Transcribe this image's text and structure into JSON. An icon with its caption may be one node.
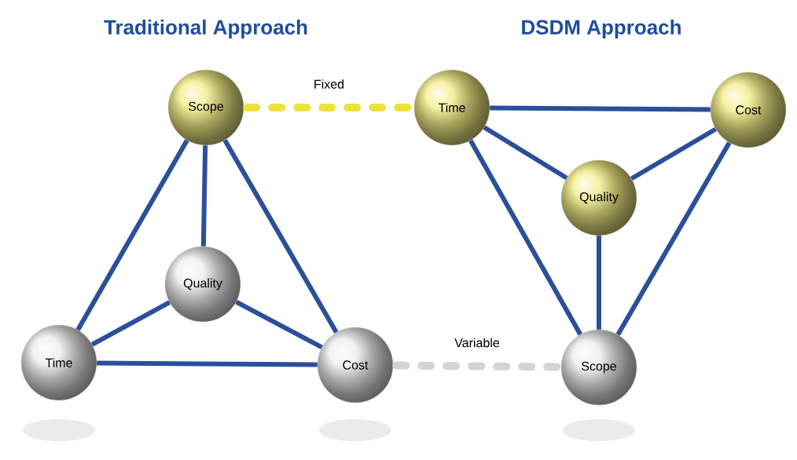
{
  "diagram": {
    "nodes": [
      {
        "text": [
          "Scope"
        ]
      },
      {
        "text": [
          "Quality"
        ]
      },
      {
        "text": [
          "Time"
        ]
      },
      {
        "text": [
          "Cost"
        ]
      },
      {
        "text": [
          "Time"
        ]
      },
      {
        "text": [
          "Cost"
        ]
      },
      {
        "text": [
          "Quality"
        ]
      },
      {
        "text": [
          "Scope"
        ]
      }
    ],
    "edges": [
      {
        "from": 0,
        "to": 2,
        "arrow": "none"
      },
      {
        "from": 0,
        "to": 1,
        "arrow": "none"
      },
      {
        "from": 0,
        "to": 3,
        "arrow": "none"
      },
      {
        "from": 1,
        "to": 2,
        "arrow": "none"
      },
      {
        "from": 1,
        "to": 3,
        "arrow": "none"
      },
      {
        "from": 2,
        "to": 3,
        "arrow": "none"
      },
      {
        "from": 4,
        "to": 5,
        "arrow": "none"
      },
      {
        "from": 4,
        "to": 6,
        "arrow": "none"
      },
      {
        "from": 5,
        "to": 6,
        "arrow": "none"
      },
      {
        "from": 4,
        "to": 7,
        "arrow": "none"
      },
      {
        "from": 5,
        "to": 7,
        "arrow": "none"
      },
      {
        "from": 6,
        "to": 7,
        "arrow": "none"
      },
      {
        "from": 0,
        "to": 4,
        "arrow": "none",
        "label": "Fixed",
        "style": "dashed",
        "color": "#ede23a"
      },
      {
        "from": 3,
        "to": 7,
        "arrow": "none",
        "label": "Variable",
        "style": "dashed",
        "color": "#d4d4d4"
      }
    ],
    "labels": [
      "Traditional Approach",
      "DSDM Approach"
    ]
  }
}
